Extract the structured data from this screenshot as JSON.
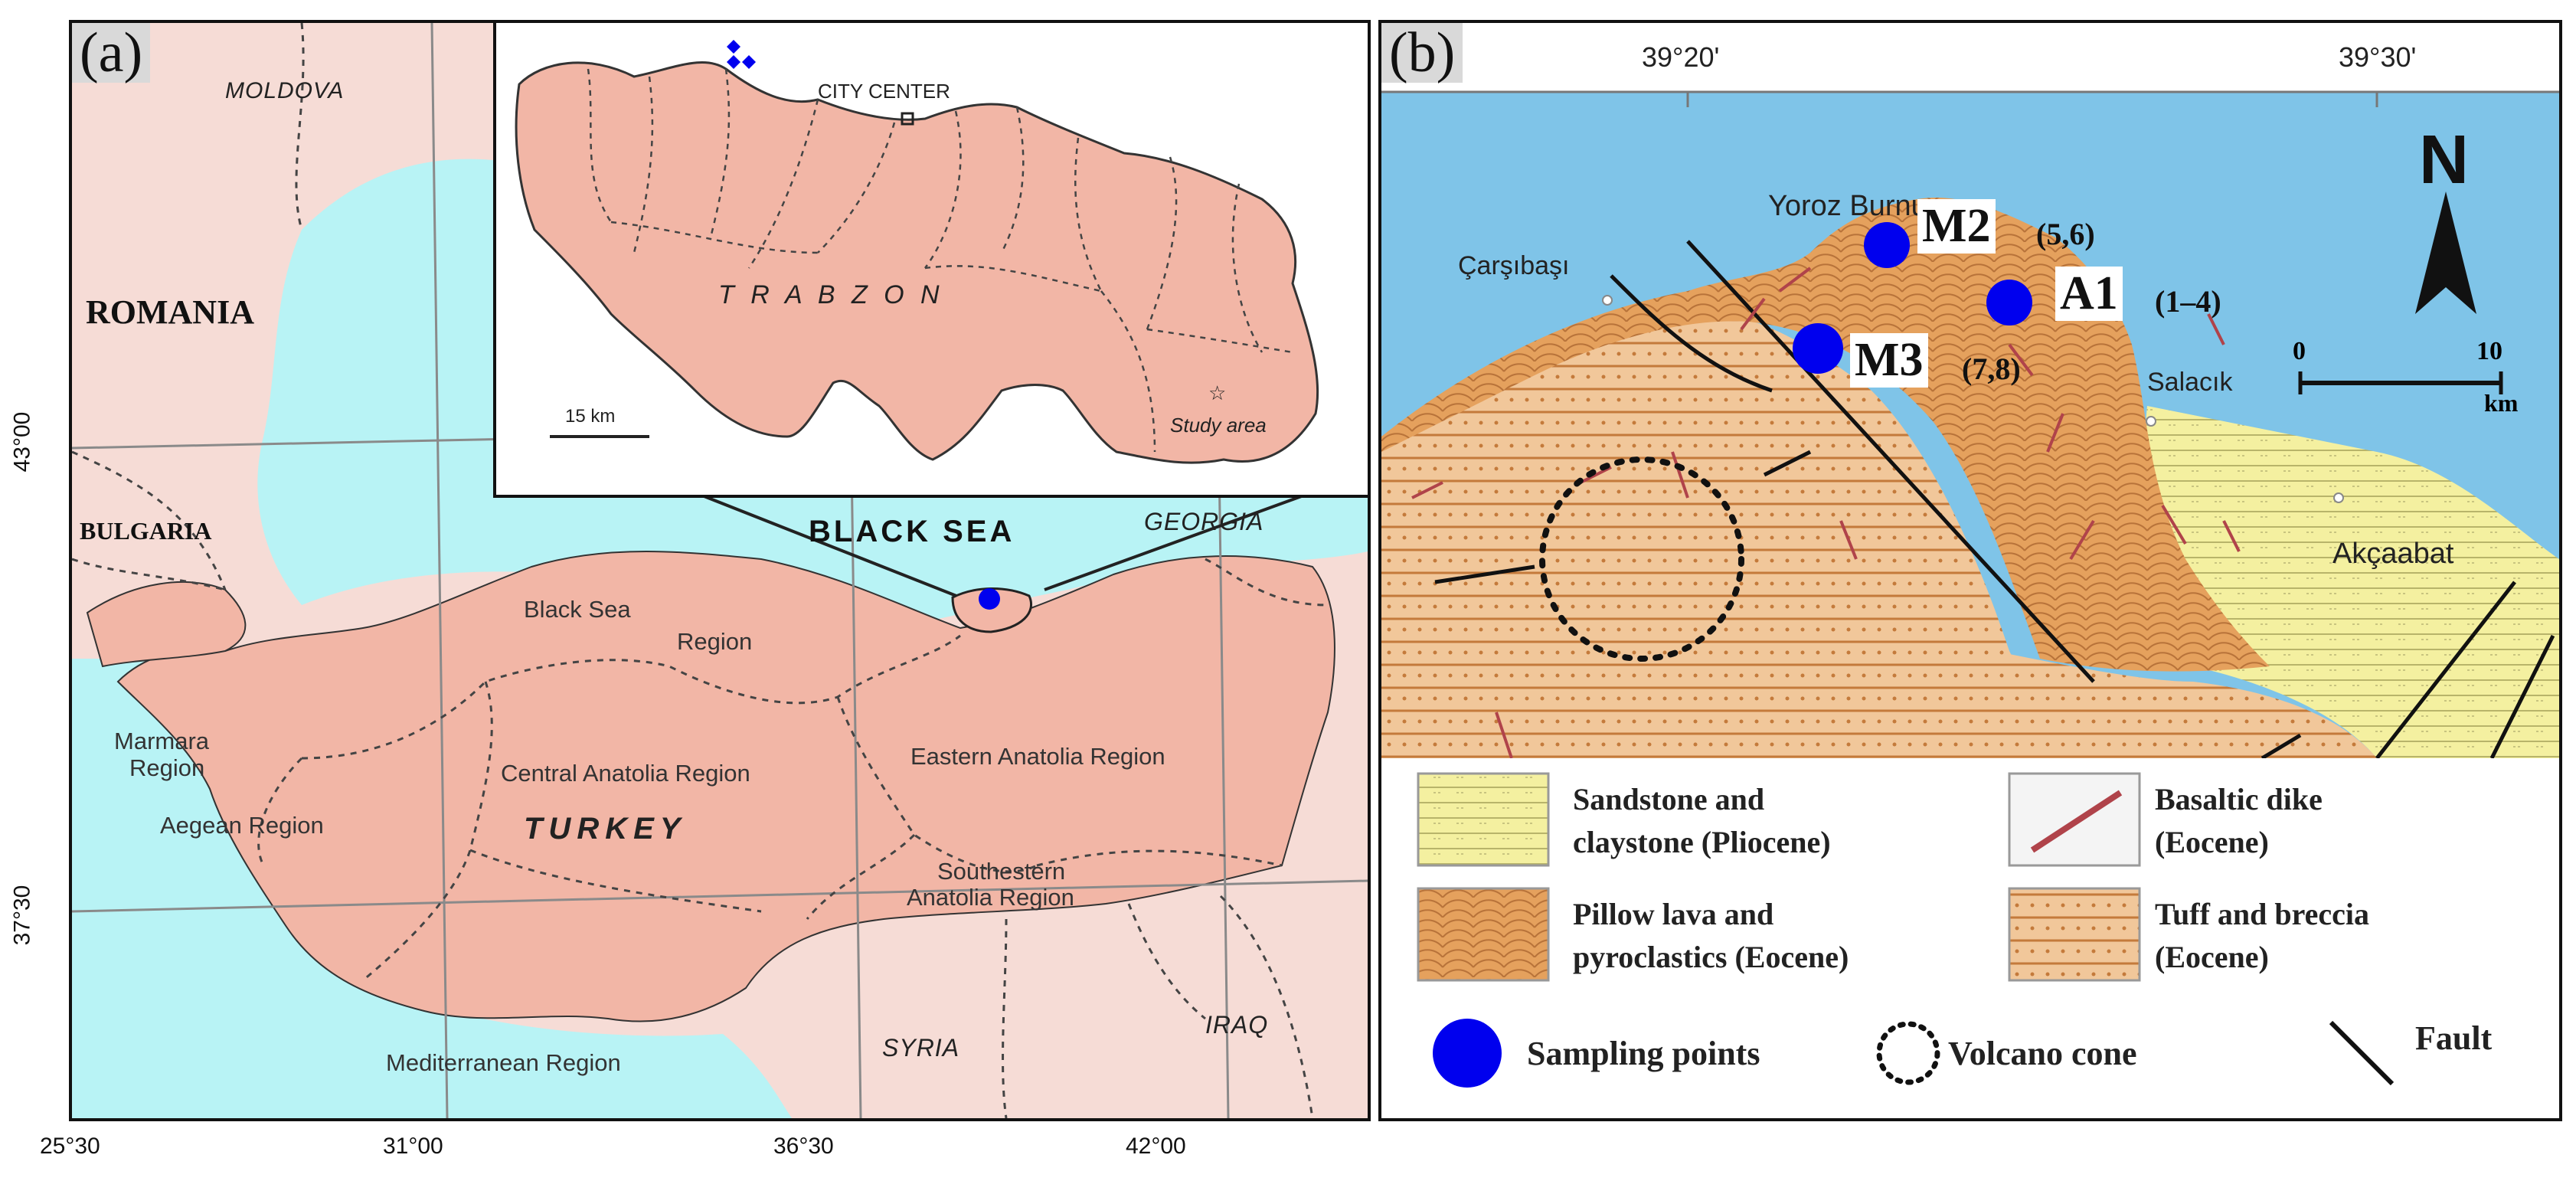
{
  "panel_a": {
    "label": "(a)",
    "countries": {
      "moldova": "MOLDOVA",
      "romania": "ROMANIA",
      "bulgaria": "BULGARIA",
      "georgia": "GEORGIA",
      "turkey": "TURKEY",
      "syria": "SYRIA",
      "iraq": "IRAQ"
    },
    "sea": "BLACK SEA",
    "regions": {
      "black_sea_1": "Black Sea",
      "black_sea_2": "Region",
      "marmara_1": "Marmara",
      "marmara_2": "Region",
      "aegean": "Aegean Region",
      "central": "Central Anatolia Region",
      "eastern": "Eastern Anatolia Region",
      "southeastern_1": "Southestern",
      "southeastern_2": "Anatolia Region",
      "mediterranean": "Mediterranean Region"
    },
    "inset": {
      "city_center": "CITY CENTER",
      "province": "T R A B Z O N",
      "scale": "15 km",
      "study_area": "Study area"
    },
    "lon_ticks": [
      "25°30",
      "31°00",
      "36°30",
      "42°00"
    ],
    "lat_ticks": [
      "43°00",
      "37°30"
    ],
    "colors": {
      "land": "#f2b6a6",
      "sea": "#b8f3f5",
      "foreign": "#f6dcd6",
      "marker": "#0000ee"
    }
  },
  "panel_b": {
    "label": "(b)",
    "lon_ticks": [
      "39°20'",
      "39°30'"
    ],
    "north": "N",
    "scale": {
      "zero": "0",
      "ten": "10",
      "unit": "km"
    },
    "places": {
      "yoroz": "Yoroz Burnu",
      "carsibasi": "Çarşıbaşı",
      "salacik": "Salacık",
      "akcaabat": "Akçaabat"
    },
    "samples": [
      {
        "id": "M2",
        "points": "(5,6)"
      },
      {
        "id": "A1",
        "points": "(1–4)"
      },
      {
        "id": "M3",
        "points": "(7,8)"
      }
    ],
    "legend": {
      "sandstone_1": "Sandstone and",
      "sandstone_2": "claystone (Pliocene)",
      "dike_1": "Basaltic dike",
      "dike_2": "(Eocene)",
      "pillow_1": "Pillow lava and",
      "pillow_2": "pyroclastics (Eocene)",
      "tuff_1": "Tuff and breccia",
      "tuff_2": "(Eocene)",
      "sampling": "Sampling points",
      "cone": "Volcano cone",
      "fault": "Fault"
    },
    "colors": {
      "sea": "#7fc4e8",
      "pillow_lava": "#e5a15d",
      "tuff": "#f1c79a",
      "sandstone": "#f4f0a0",
      "dike": "#b0434a",
      "marker": "#0000ee"
    }
  }
}
